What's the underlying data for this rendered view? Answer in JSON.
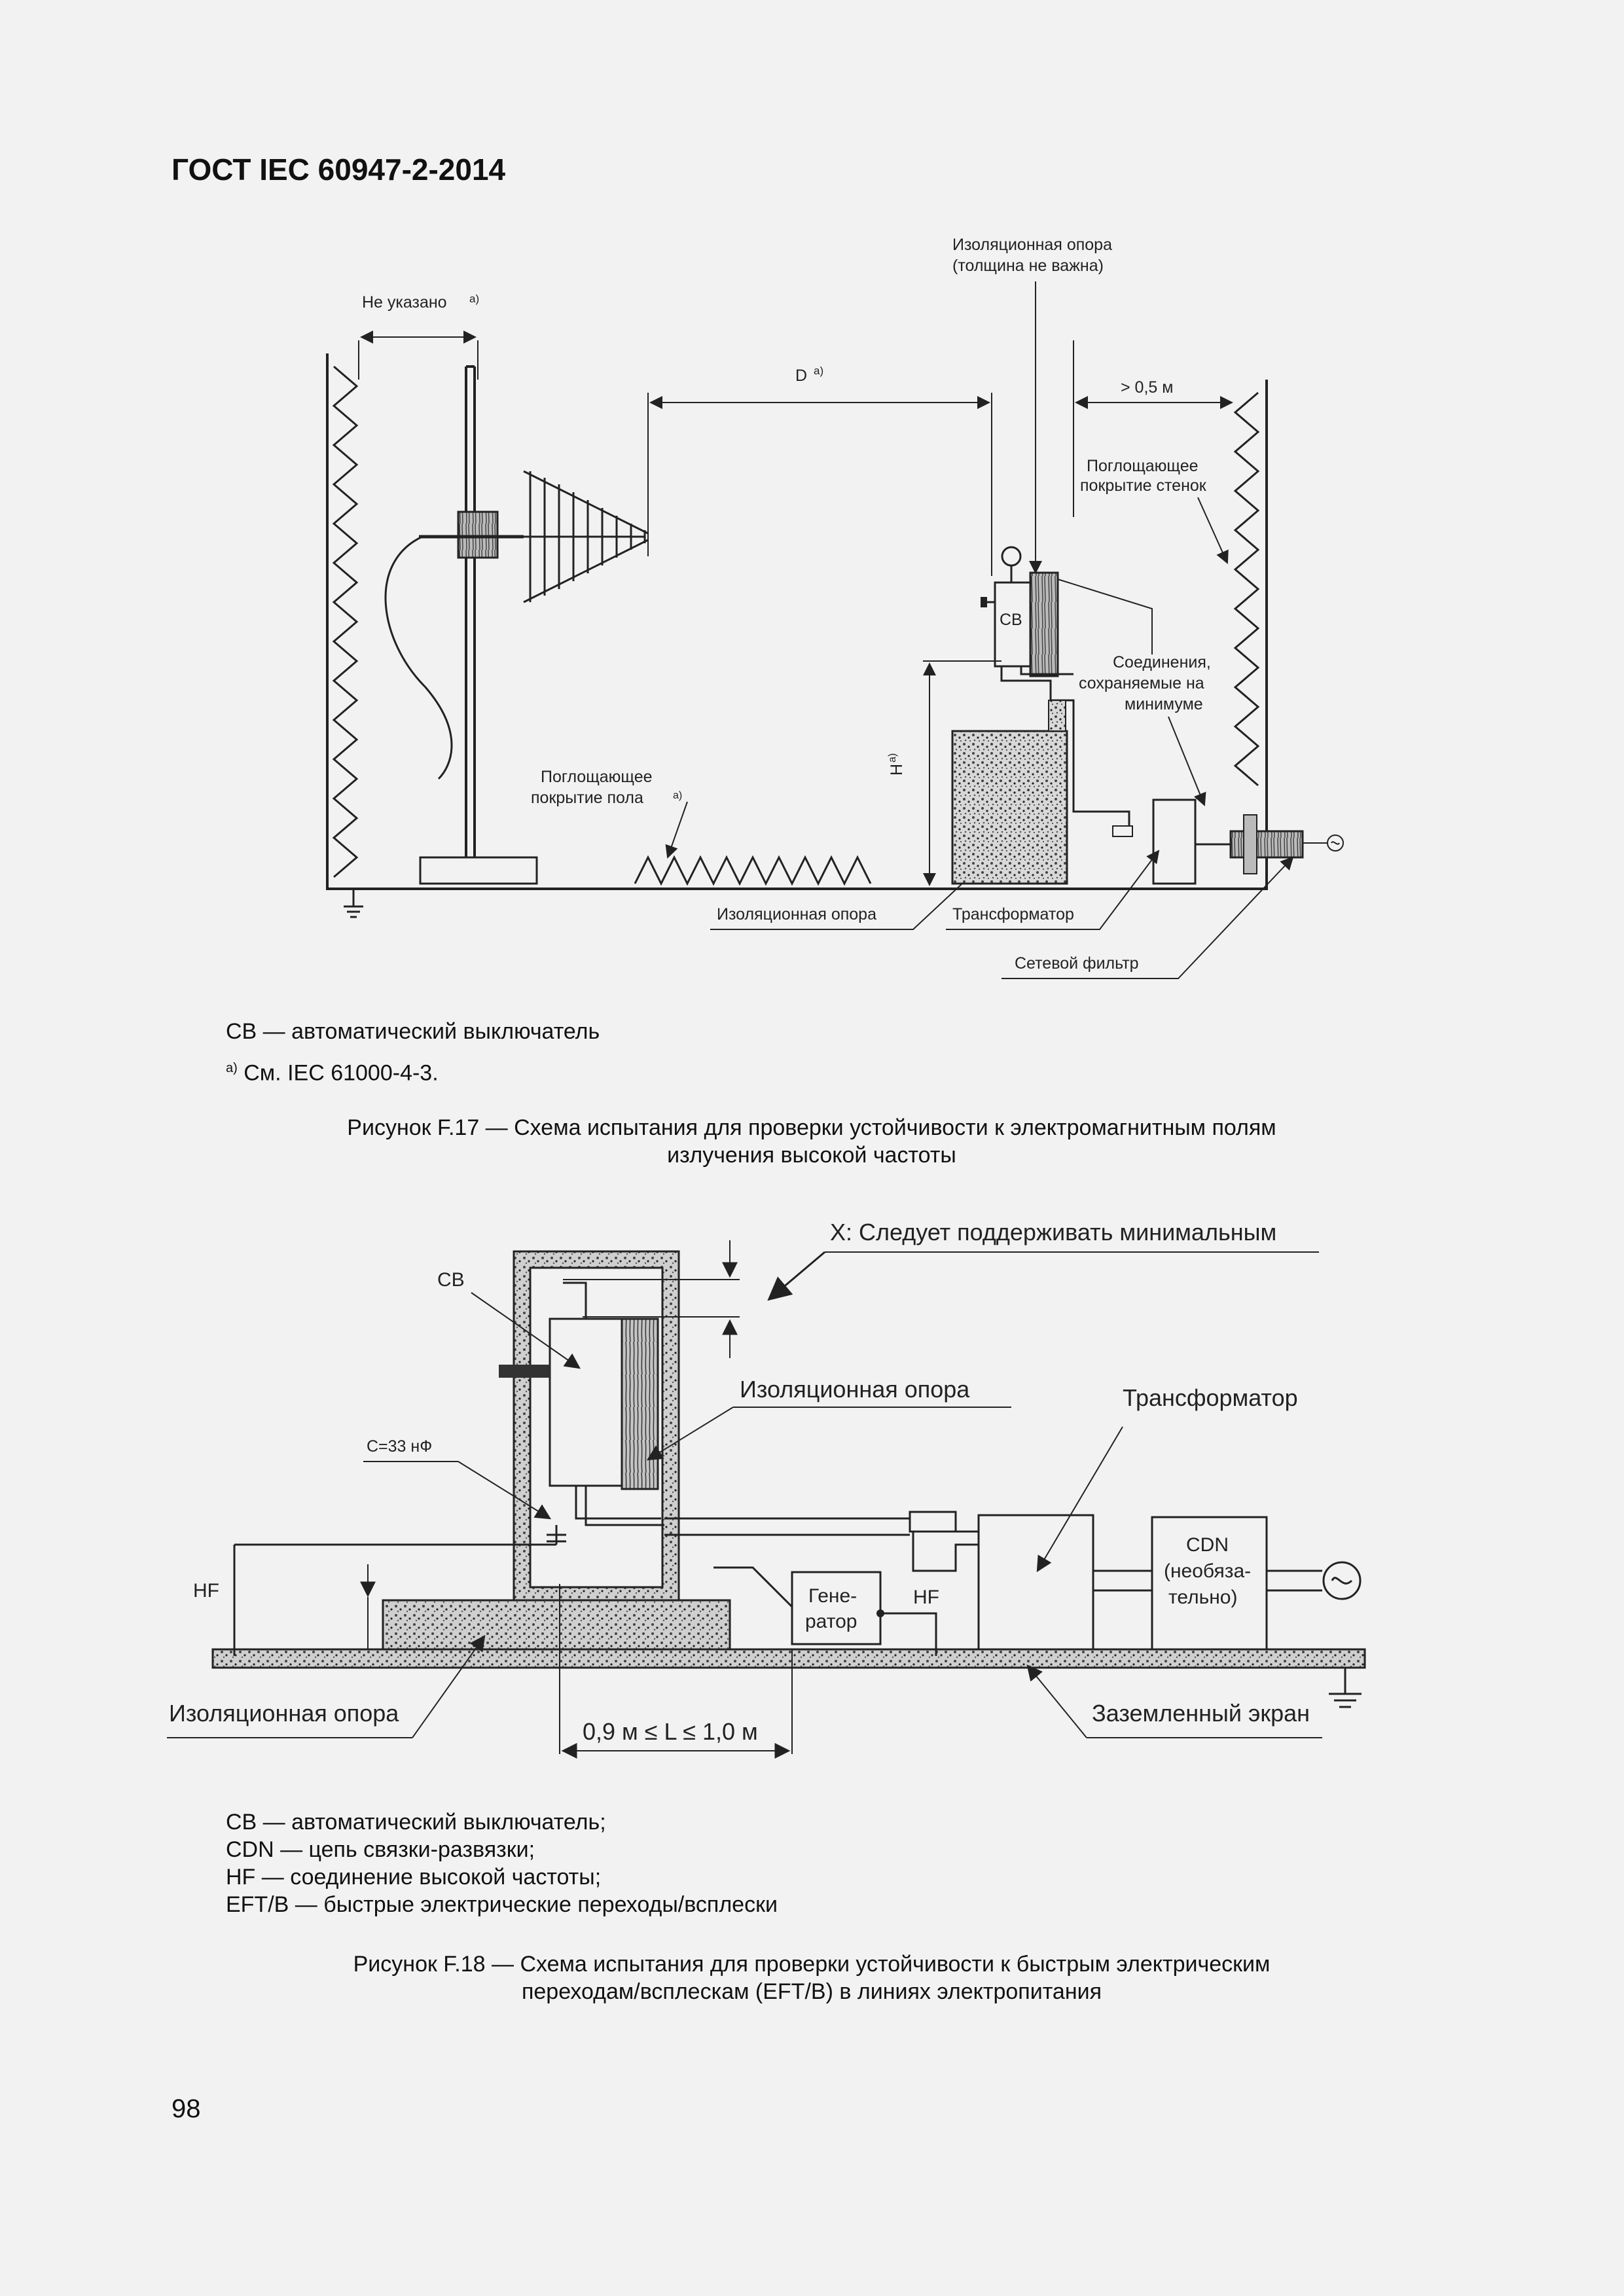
{
  "header": {
    "doc_id": "ГОСТ IEC 60947-2-2014"
  },
  "figure17": {
    "labels": {
      "not_specified": "Не указано",
      "sup_a": "а)",
      "d": "D",
      "isol_support_top": "Изоляционная опора",
      "thickness": "(толщина не важна)",
      "gt05": "> 0,5 м",
      "wall_absorb_1": "Поглощающее",
      "wall_absorb_2": "покрытие стенок",
      "cb": "СВ",
      "conn_1": "Соединения,",
      "conn_2": "сохраняемые на",
      "conn_3": "минимуме",
      "h": "H",
      "floor_absorb_1": "Поглощающее",
      "floor_absorb_2": "покрытие пола",
      "isol_support_bottom": "Изоляционная опора",
      "transformer": "Трансформатор",
      "mains_filter": "Сетевой фильтр"
    },
    "legend": {
      "cb_def": "СВ — автоматический выключатель",
      "note_mark": "а)",
      "note": "См. IEC 61000-4-3."
    },
    "caption_1": "Рисунок F.17 — Схема испытания для проверки устойчивости к электромагнитным полям",
    "caption_2": "излучения высокой частоты"
  },
  "figure18": {
    "labels": {
      "x_note": "X: Следует поддерживать минимальным",
      "cb": "СВ",
      "isol_support": "Изоляционная опора",
      "transformer": "Трансформатор",
      "capacitor": "С=33 нФ",
      "cdn_1": "CDN",
      "cdn_2": "(необяза-",
      "cdn_3": "тельно)",
      "hf_left": "HF",
      "hf_right": "HF",
      "gen_1": "Гене-",
      "gen_2": "ратор",
      "isol_support_bottom": "Изоляционная опора",
      "distance": "0,9 м ≤ L ≤ 1,0 м",
      "ground_screen": "Заземленный экран"
    },
    "legend": [
      "СВ — автоматический выключатель;",
      "CDN — цепь связки-развязки;",
      "HF — соединение высокой частоты;",
      "EFT/B — быстрые электрические переходы/всплески"
    ],
    "caption_1": "Рисунок F.18 — Схема испытания для проверки устойчивости к быстрым электрическим",
    "caption_2": "переходам/всплескам (EFT/B) в линиях электропитания"
  },
  "page_number": "98"
}
